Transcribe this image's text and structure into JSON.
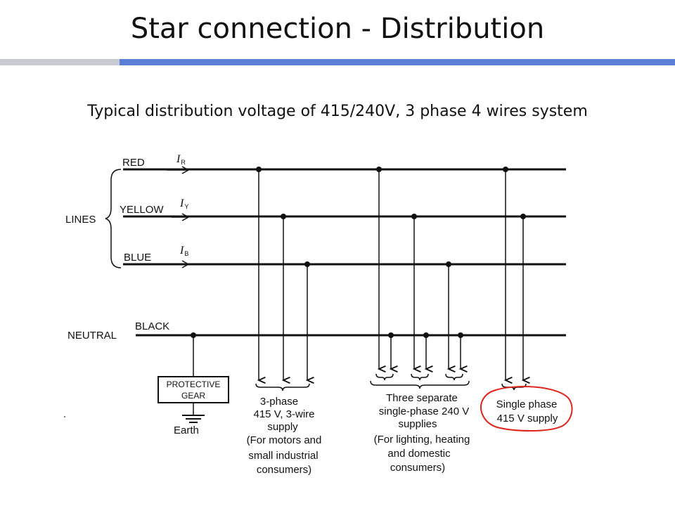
{
  "slide": {
    "title": "Star connection - Distribution",
    "subtitle": "Typical distribution voltage of 415/240V, 3 phase 4 wires system"
  },
  "diagram": {
    "lines_label": "LINES",
    "neutral_label": "NEUTRAL",
    "conductors": {
      "red": "RED",
      "yellow": "YELLOW",
      "blue": "BLUE",
      "black": "BLACK"
    },
    "currents": {
      "red": {
        "symbol": "I",
        "subscript": "R"
      },
      "yellow": {
        "symbol": "I",
        "subscript": "Y"
      },
      "blue": {
        "symbol": "I",
        "subscript": "B"
      }
    },
    "protective_gear": [
      "PROTECTIVE",
      "GEAR"
    ],
    "earth_label": "Earth",
    "three_phase_caption": [
      "3-phase",
      "415 V, 3-wire",
      "supply",
      "(For motors and",
      "small industrial",
      "consumers)"
    ],
    "single_phase_240_caption": [
      "Three separate",
      "single-phase 240 V",
      "supplies",
      "(For lighting, heating",
      "and domestic",
      "consumers)"
    ],
    "single_phase_415_caption": [
      "Single phase",
      "415 V supply"
    ],
    "highlight_color": "#e0241b"
  }
}
